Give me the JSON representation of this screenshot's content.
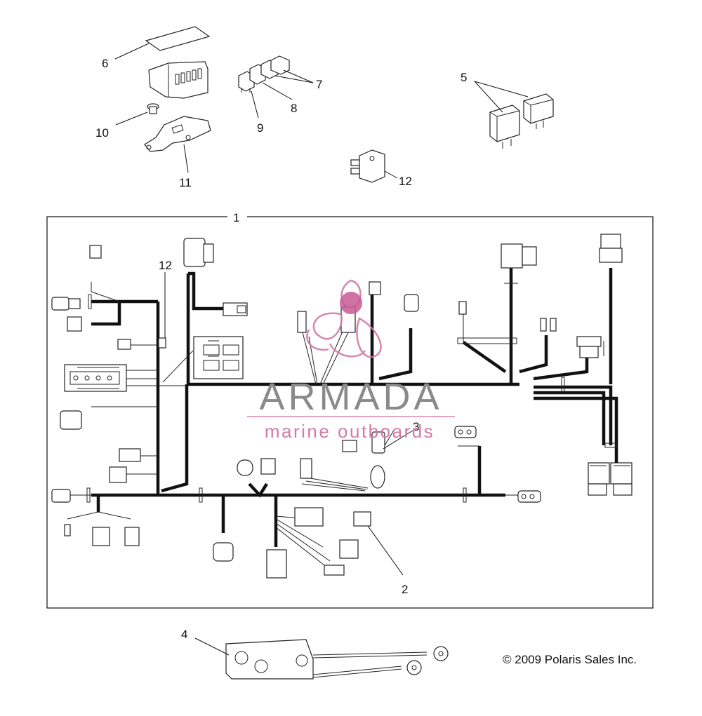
{
  "callouts": {
    "c1": "1",
    "c2": "2",
    "c3": "3",
    "c4": "4",
    "c5": "5",
    "c6": "6",
    "c7": "7",
    "c8": "8",
    "c9": "9",
    "c10": "10",
    "c11": "11",
    "c12a": "12",
    "c12b": "12"
  },
  "watermark": {
    "title": "ARMADA",
    "subtitle": "marine outboards",
    "title_color": "#8a8a8a",
    "accent_color": "#d27aa8"
  },
  "copyright": "© 2009 Polaris Sales Inc."
}
